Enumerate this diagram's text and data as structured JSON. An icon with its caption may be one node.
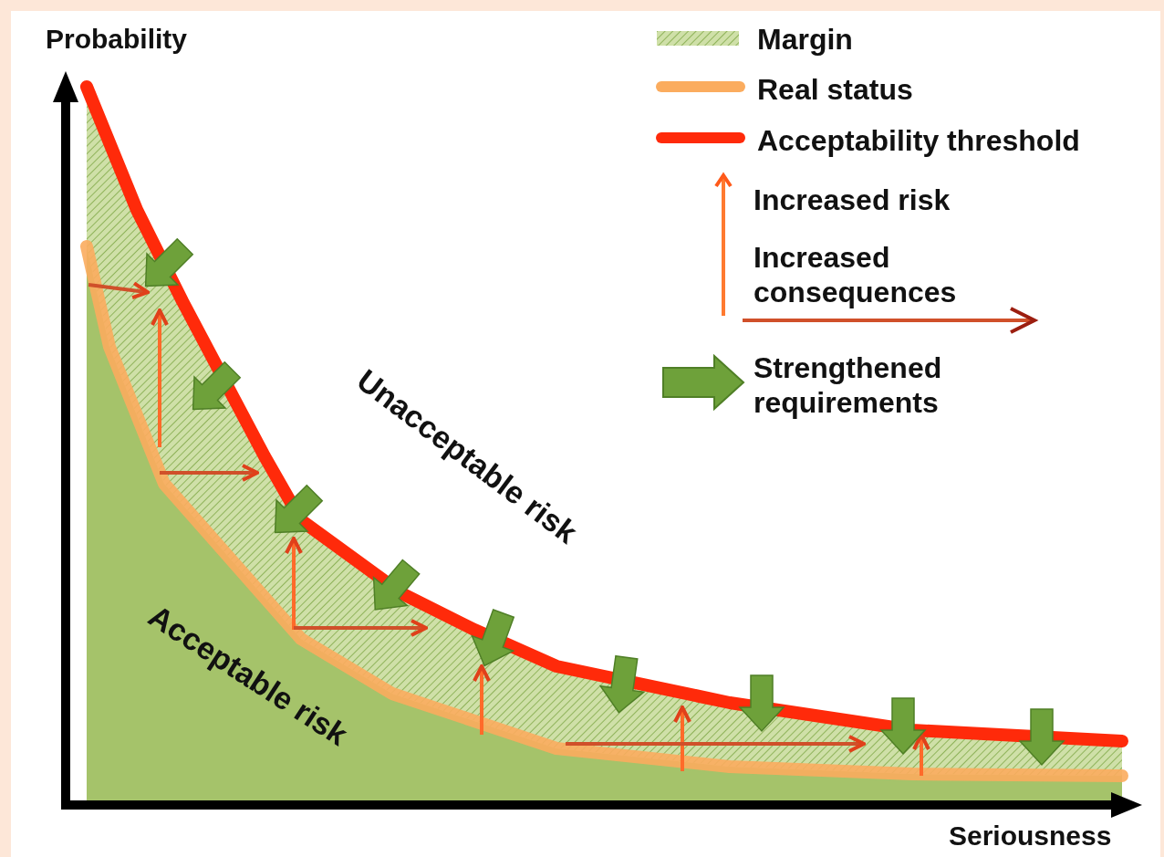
{
  "diagram": {
    "labels": [
      "Probability",
      "Seriousness",
      "Unacceptable risk",
      "Acceptable risk"
    ],
    "legend": [
      {
        "text": "Margin"
      },
      {
        "text": "Real status"
      },
      {
        "text": "Acceptability threshold"
      },
      {
        "text": "Increased risk"
      },
      {
        "text": "Increased consequences"
      },
      {
        "text": "Strengthened requirements"
      }
    ]
  }
}
